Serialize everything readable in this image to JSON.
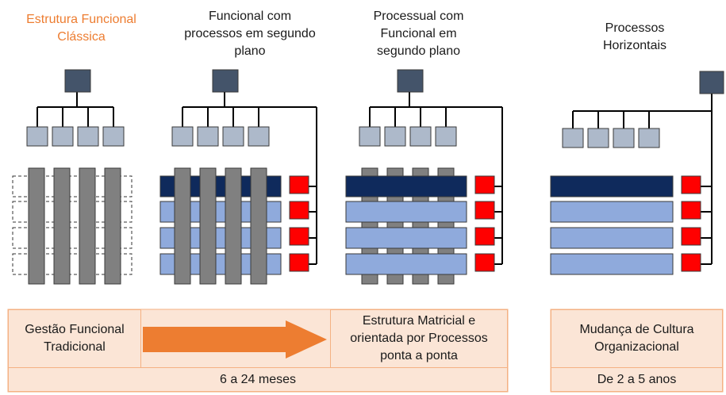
{
  "columns": [
    {
      "title": "Estrutura Funcional\nClássica"
    },
    {
      "title": "Funcional com\nprocessos em segundo\nplano"
    },
    {
      "title": "Processual com\nFuncional em\nsegundo plano"
    },
    {
      "title": "Processos\nHorizontais"
    }
  ],
  "bottom": {
    "gestao_label": "Gestão Funcional\nTradicional",
    "estrutura_label": "Estrutura Matricial e\norientada por Processos\nponta a ponta",
    "duration_left": "6 a 24 meses",
    "mudanca_label": "Mudança de Cultura\nOrganizacional",
    "duration_right": "De 2 a 5 anos"
  },
  "colors": {
    "top_box": "#44546a",
    "dept_box": "#adb9ca",
    "pillar": "#808080",
    "dark_process": "#0f2a5c",
    "light_process": "#8faadc",
    "owner_box": "#ff0000",
    "arrow": "#ed7d31",
    "title_orange": "#ed7d31",
    "panel_fill": "#fbe5d6",
    "panel_border": "#f4b183"
  },
  "icons": {
    "transition_arrow": "arrow-right-icon"
  }
}
